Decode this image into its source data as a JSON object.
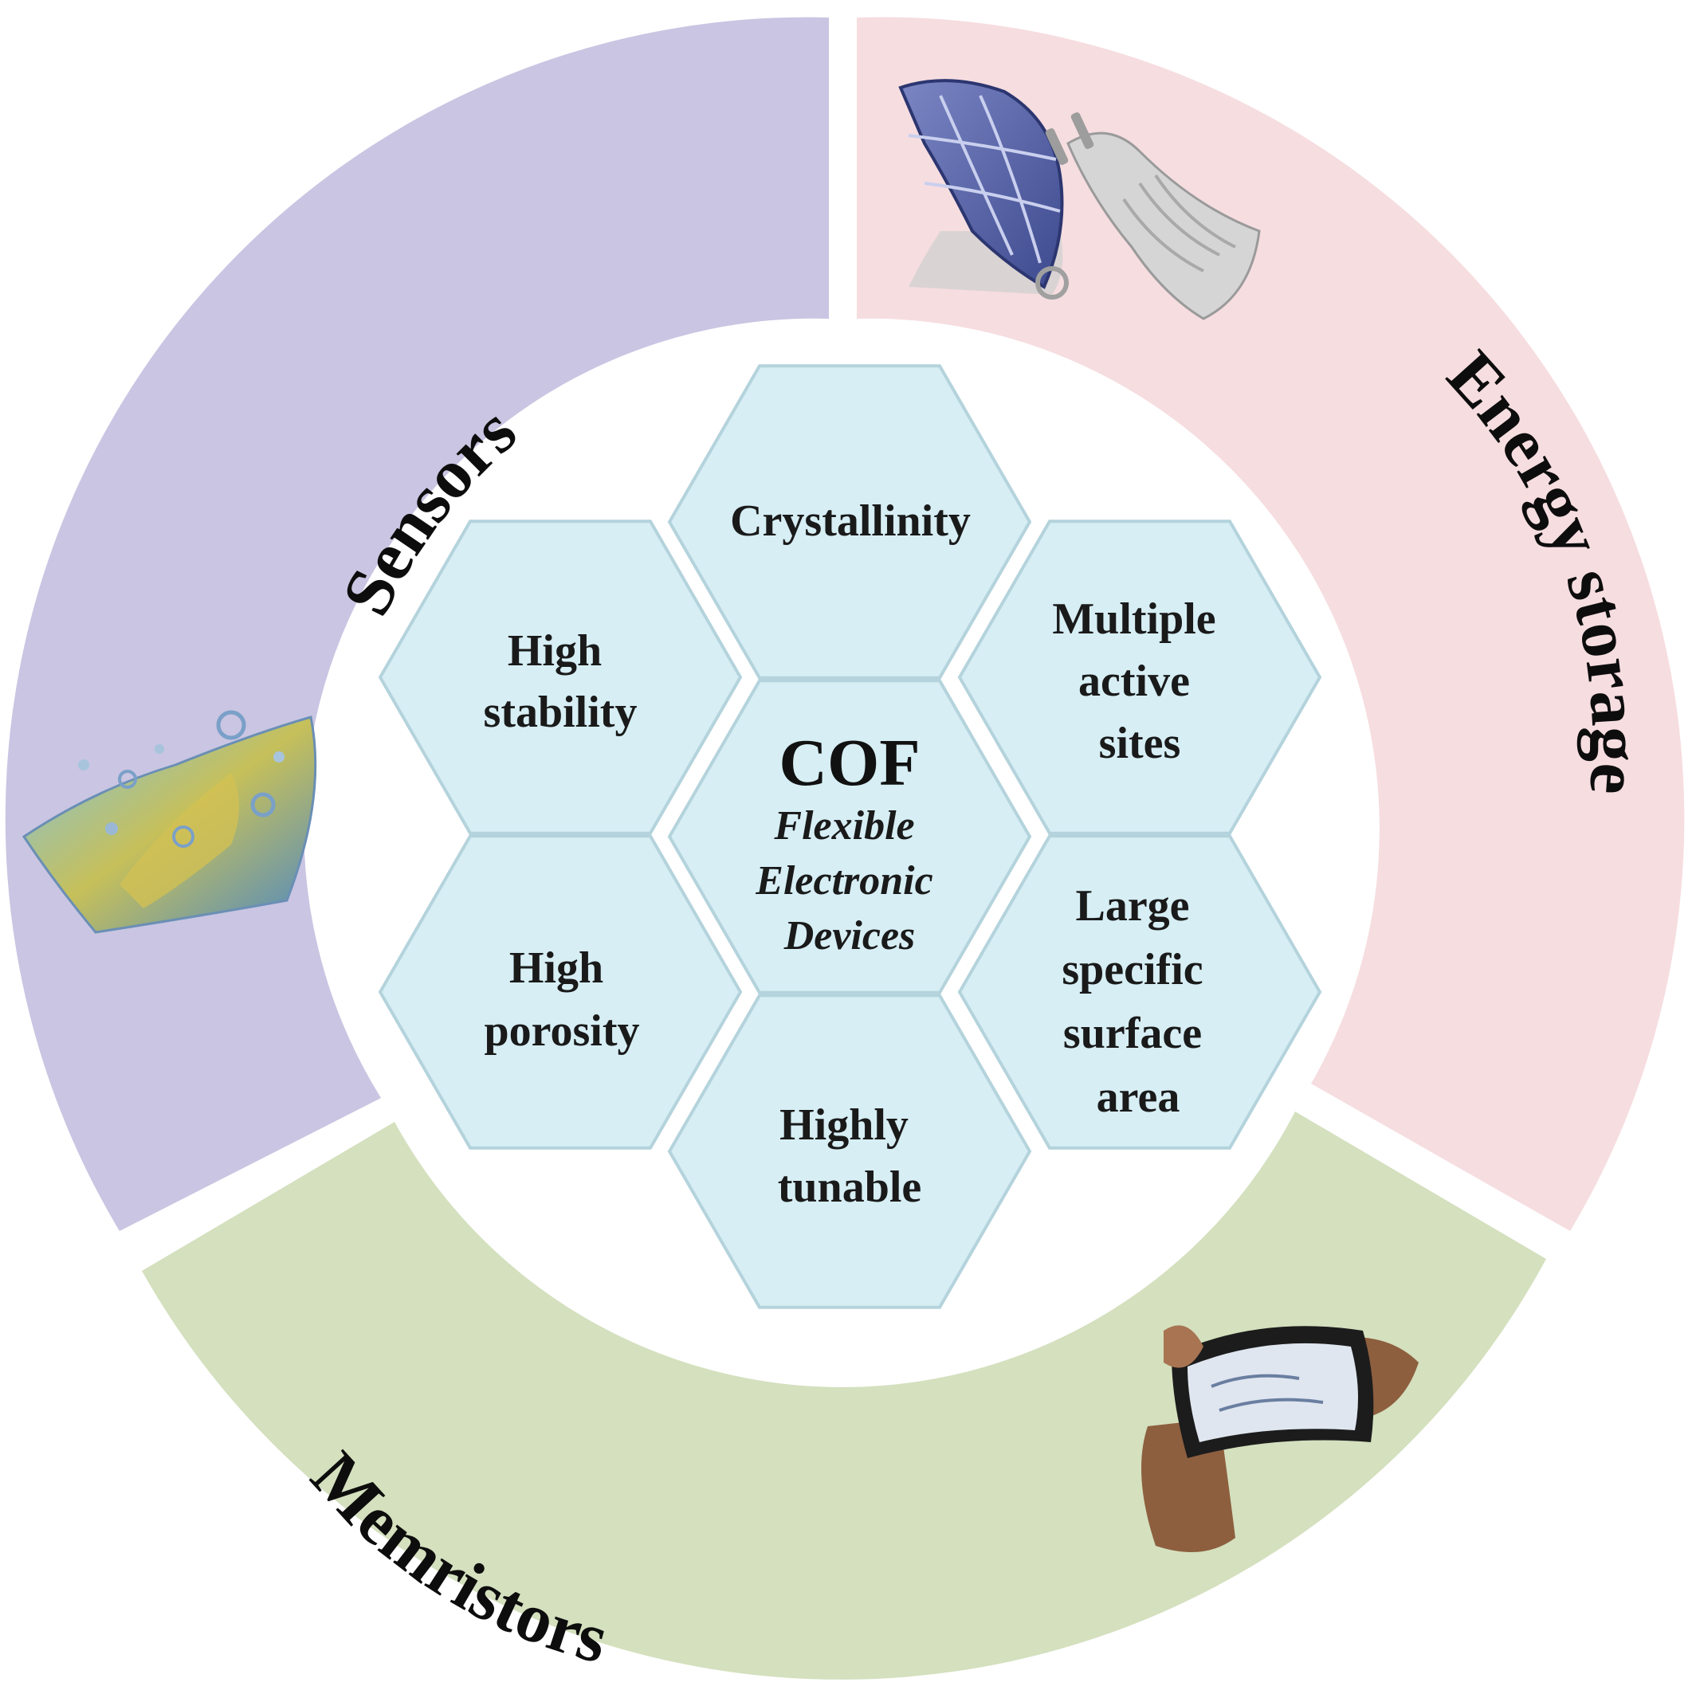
{
  "colors": {
    "sensors": "#c9c5e2",
    "energy": "#f6dde0",
    "memristors": "#d4e0be",
    "hex_fill": "#d6eef4",
    "hex_stroke": "#b4d3dc",
    "background": "#ffffff"
  },
  "ring": {
    "sensors": "Sensors",
    "energy_storage": "Energy storage",
    "memristors": "Memristors"
  },
  "hexagons": {
    "crystallinity": [
      "Crystallinity"
    ],
    "high_stability": [
      "High",
      "stability"
    ],
    "multiple_active_sites": [
      "Multiple",
      "active",
      "sites"
    ],
    "high_porosity": [
      "High",
      "porosity"
    ],
    "large_surface_area": [
      "Large",
      "specific",
      "surface",
      "area"
    ],
    "highly_tunable": [
      "Highly",
      "tunable"
    ],
    "center": {
      "title": "COF",
      "subtitle": [
        "Flexible",
        "Electronic",
        "Devices"
      ]
    }
  },
  "illustrations": {
    "sensors": "sensor-film-icon",
    "energy_storage_1": "flexible-solar-panel-icon",
    "energy_storage_2": "flexible-charger-plug-icon",
    "memristors": "flexible-display-hands-icon"
  }
}
